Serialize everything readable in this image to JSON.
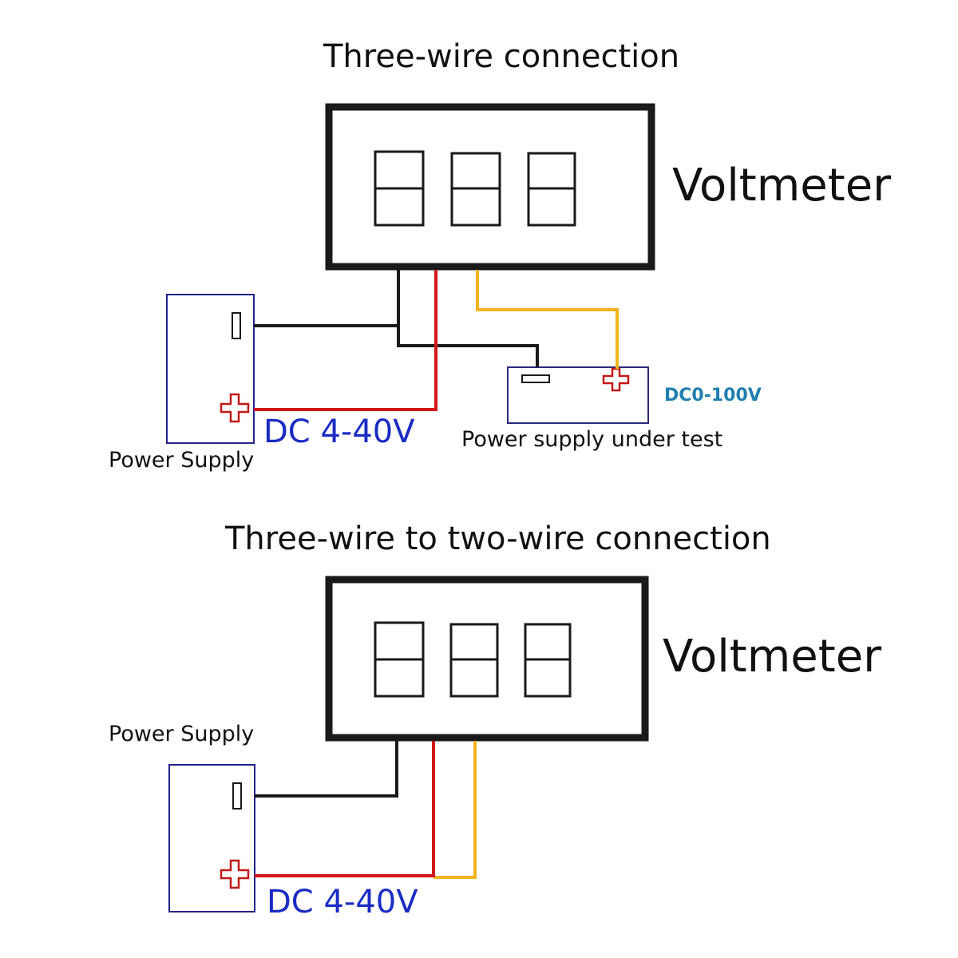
{
  "top": {
    "title": "Three-wire connection",
    "meter_label": "Voltmeter",
    "supply_label": "Power Supply",
    "supply_voltage": "DC 4-40V",
    "dut_label": "Power supply under test",
    "dut_range": "DC0-100V"
  },
  "bottom": {
    "title": "Three-wire to two-wire connection",
    "meter_label": "Voltmeter",
    "supply_label": "Power Supply",
    "supply_voltage": "DC 4-40V"
  },
  "colors": {
    "black_wire": "#1a1a1a",
    "red_wire": "#d01818",
    "yellow_wire": "#f0b41c",
    "box_outline": "#1a1a1a",
    "supply_outline": "#23238c",
    "dut_outline": "#2a2a7a",
    "plus_symbol": "#c01818"
  }
}
